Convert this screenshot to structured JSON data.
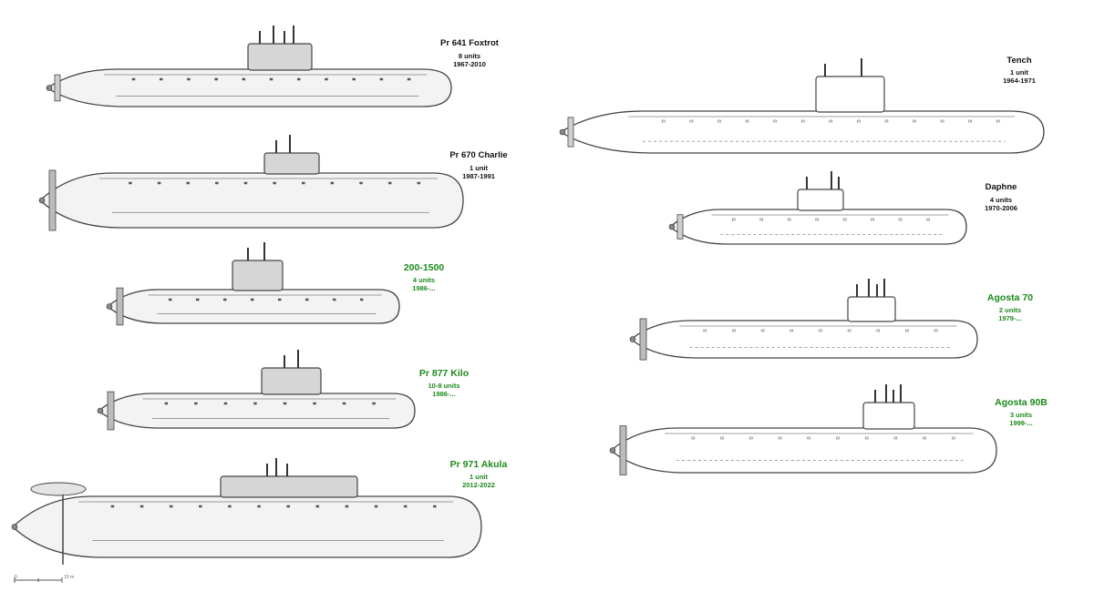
{
  "colors": {
    "operated_label": "#111111",
    "planned_label": "#1c8a1c",
    "hull_line": "#444444",
    "hull_fill": "#f3f3f3"
  },
  "submarines": [
    {
      "name": "Pr 641 Foxtrot",
      "units": "8 units",
      "years": "1967-2010",
      "label_color": "black",
      "style": "shaded"
    },
    {
      "name": "Pr 670 Charlie",
      "units": "1 unit",
      "years": "1987-1991",
      "label_color": "black",
      "style": "shaded"
    },
    {
      "name": "200-1500",
      "units": "4 units",
      "years": "1986-...",
      "label_color": "green",
      "style": "shaded"
    },
    {
      "name": "Pr 877 Kilo",
      "units": "10-8 units",
      "years": "1986-...",
      "label_color": "green",
      "style": "shaded"
    },
    {
      "name": "Pr 971 Akula",
      "units": "1 unit",
      "years": "2012-2022",
      "label_color": "green",
      "style": "shaded"
    },
    {
      "name": "Tench",
      "units": "1 unit",
      "years": "1964-1971",
      "label_color": "black",
      "style": "outline"
    },
    {
      "name": "Daphne",
      "units": "4 units",
      "years": "1970-2006",
      "label_color": "black",
      "style": "outline"
    },
    {
      "name": "Agosta 70",
      "units": "2 units",
      "years": "1979-...",
      "label_color": "green",
      "style": "outline"
    },
    {
      "name": "Agosta 90B",
      "units": "3 units",
      "years": "1999-...",
      "label_color": "green",
      "style": "outline"
    }
  ],
  "scale_bar": {
    "start": "0",
    "end": "10 m"
  }
}
